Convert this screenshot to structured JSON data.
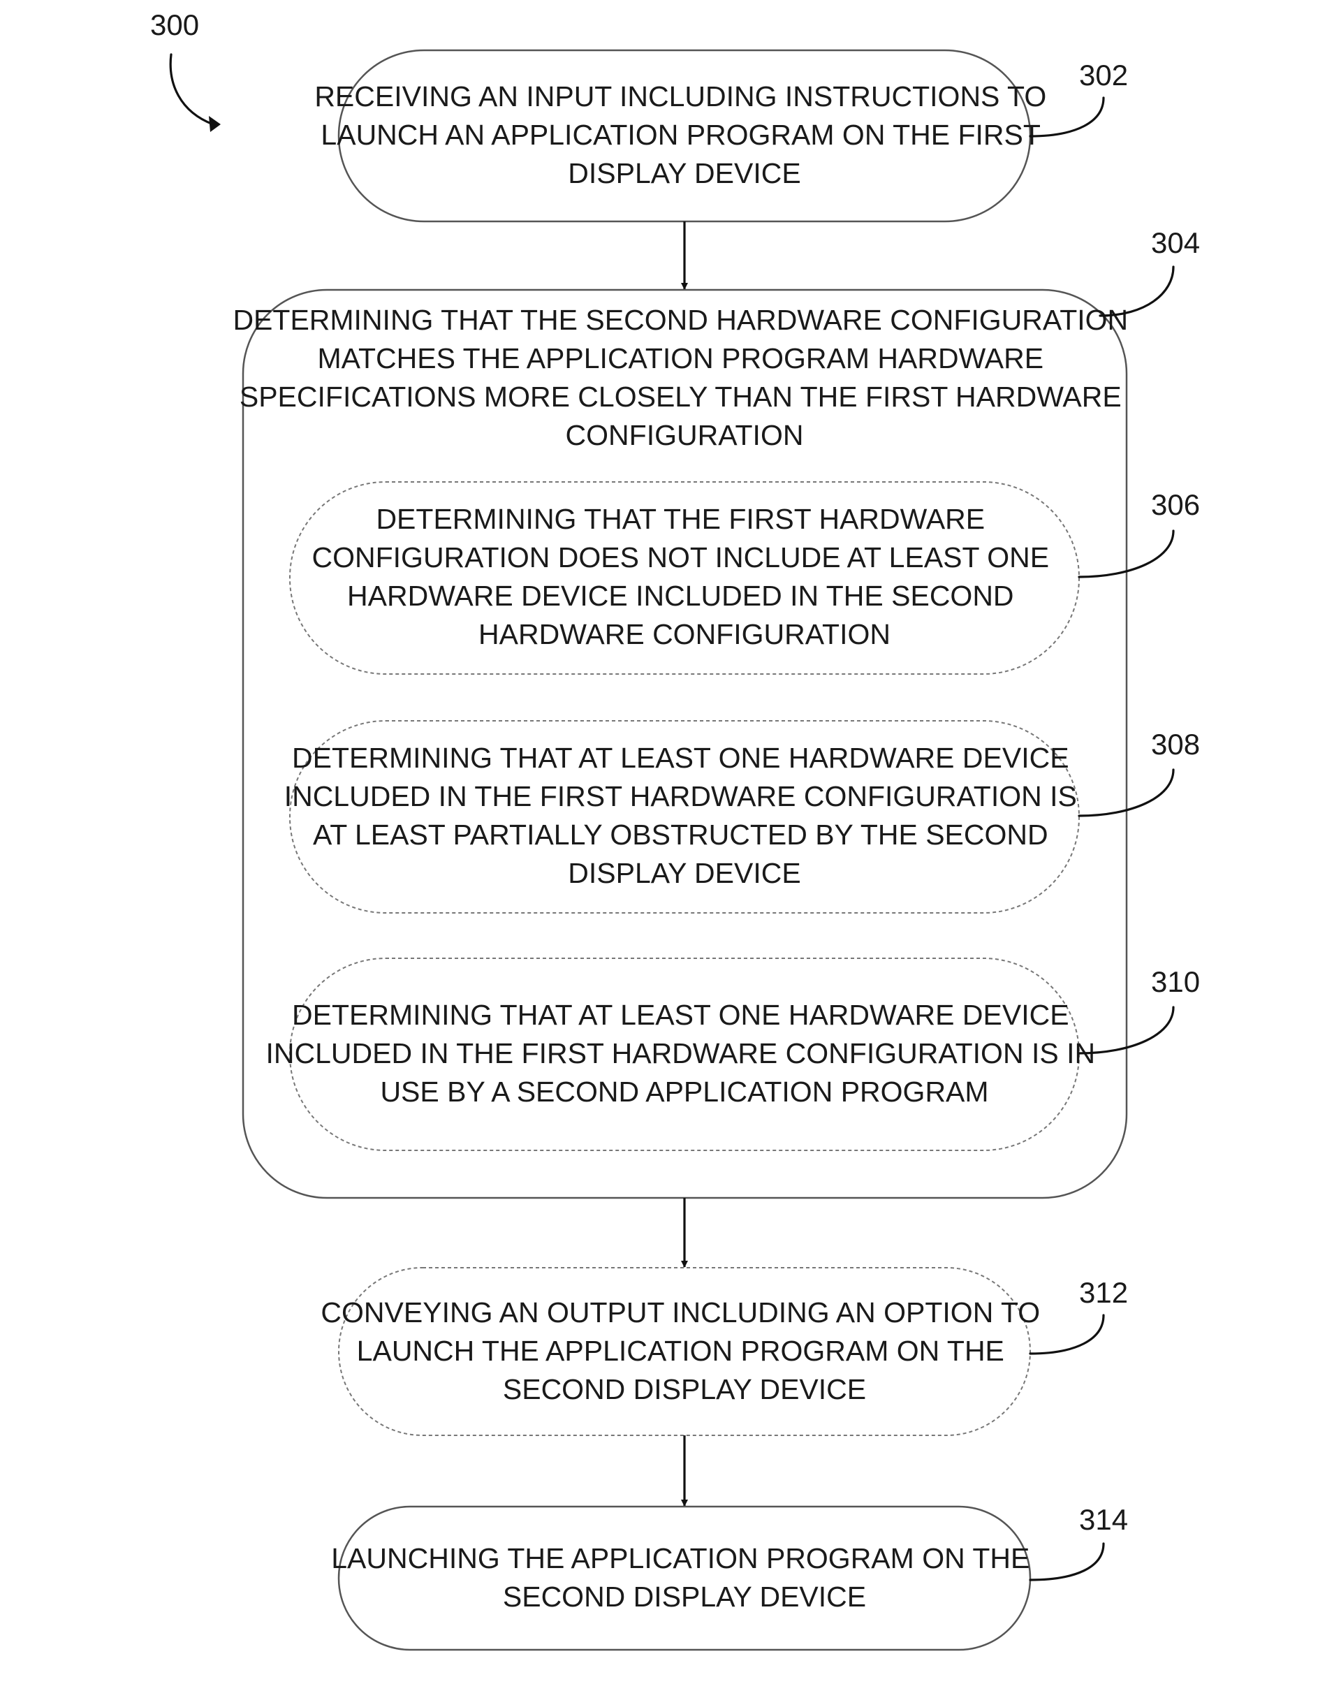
{
  "figure_label": "300",
  "steps": {
    "s302": {
      "ref": "302",
      "lines": [
        "RECEIVING AN INPUT INCLUDING INSTRUCTIONS TO",
        "LAUNCH AN APPLICATION PROGRAM ON THE FIRST",
        "DISPLAY DEVICE"
      ]
    },
    "s304": {
      "ref": "304",
      "lines": [
        "DETERMINING THAT THE SECOND HARDWARE CONFIGURATION",
        "MATCHES THE APPLICATION PROGRAM HARDWARE",
        "SPECIFICATIONS MORE CLOSELY THAN THE FIRST HARDWARE",
        "CONFIGURATION"
      ]
    },
    "s306": {
      "ref": "306",
      "lines": [
        "DETERMINING THAT THE FIRST HARDWARE",
        "CONFIGURATION DOES NOT INCLUDE AT LEAST ONE",
        "HARDWARE DEVICE INCLUDED IN THE SECOND",
        "HARDWARE CONFIGURATION"
      ]
    },
    "s308": {
      "ref": "308",
      "lines": [
        "DETERMINING THAT AT LEAST ONE HARDWARE DEVICE",
        "INCLUDED IN THE FIRST HARDWARE CONFIGURATION IS",
        "AT LEAST PARTIALLY OBSTRUCTED BY THE SECOND",
        "DISPLAY DEVICE"
      ]
    },
    "s310": {
      "ref": "310",
      "lines": [
        "DETERMINING THAT AT LEAST ONE HARDWARE DEVICE",
        "INCLUDED IN THE FIRST HARDWARE CONFIGURATION IS IN",
        "USE BY A SECOND APPLICATION PROGRAM"
      ]
    },
    "s312": {
      "ref": "312",
      "lines": [
        "CONVEYING AN OUTPUT INCLUDING AN OPTION TO",
        "LAUNCH THE APPLICATION PROGRAM ON THE",
        "SECOND DISPLAY DEVICE"
      ]
    },
    "s314": {
      "ref": "314",
      "lines": [
        "LAUNCHING THE APPLICATION PROGRAM ON THE",
        "SECOND DISPLAY DEVICE"
      ]
    }
  }
}
